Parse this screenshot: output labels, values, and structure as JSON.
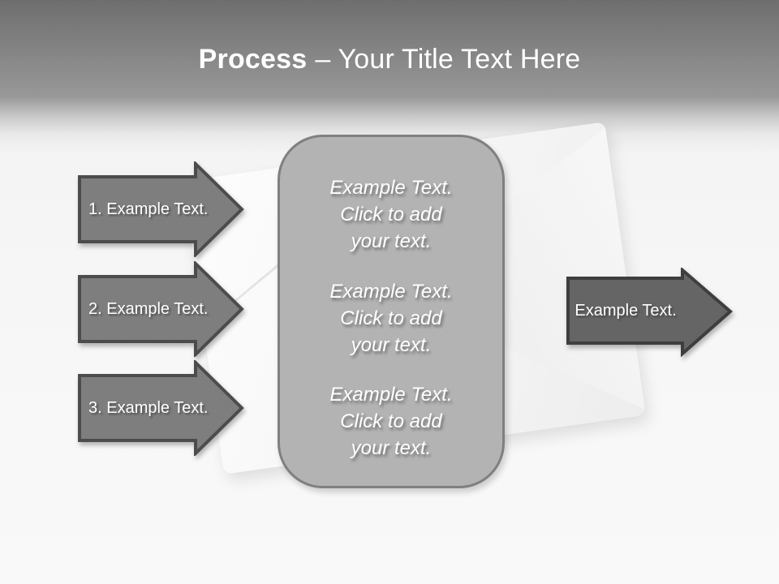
{
  "slide": {
    "title": {
      "bold": "Process",
      "rest": "– Your Title Text Here"
    }
  },
  "left_arrows": [
    {
      "label": "1. Example Text."
    },
    {
      "label": "2. Example Text."
    },
    {
      "label": "3. Example Text."
    }
  ],
  "center_box": {
    "blocks": [
      "Example Text.\nClick  to add\nyour text.",
      "Example Text.\nClick  to add\nyour text.",
      "Example Text.\nClick  to add\nyour text."
    ]
  },
  "right_arrow": {
    "label": "Example Text."
  },
  "colors": {
    "header_gradient_top": "#6e6e6e",
    "header_gradient_mid": "#989898",
    "body_background": "#f8f8f8",
    "left_arrow_fill": "#7e7e7e",
    "left_arrow_stroke": "#4c4c4c",
    "right_arrow_fill": "#656565",
    "right_arrow_stroke": "#3e3e3e",
    "box_fill": "#b3b3b3",
    "box_border": "#808080",
    "text": "#ffffff"
  }
}
